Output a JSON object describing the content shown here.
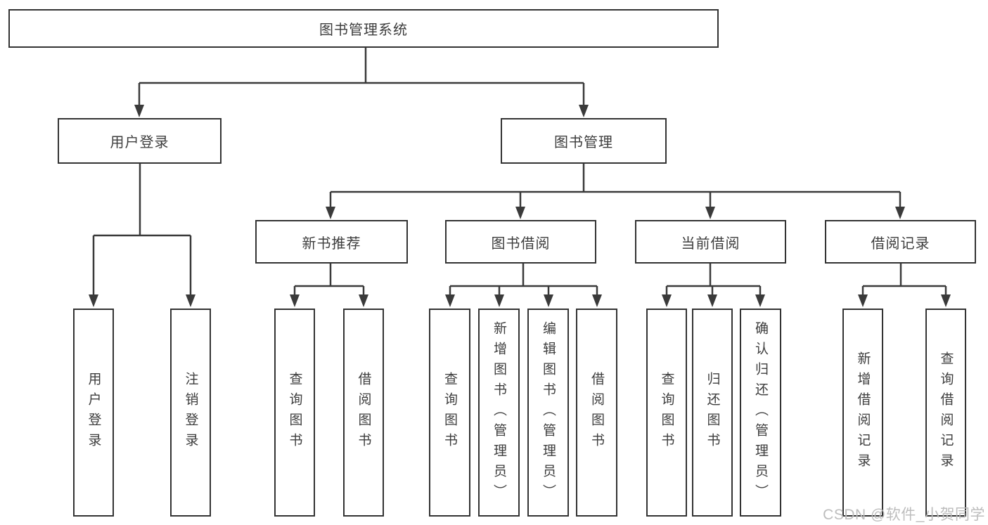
{
  "tree": {
    "label": "图书管理系统",
    "children": [
      {
        "label": "用户登录",
        "children": [
          {
            "label": "用户登录"
          },
          {
            "label": "注销登录"
          }
        ]
      },
      {
        "label": "图书管理",
        "children": [
          {
            "label": "新书推荐",
            "children": [
              {
                "label": "查询图书"
              },
              {
                "label": "借阅图书"
              }
            ]
          },
          {
            "label": "图书借阅",
            "children": [
              {
                "label": "查询图书"
              },
              {
                "label": "新增图书（管理员）"
              },
              {
                "label": "编辑图书（管理员）"
              },
              {
                "label": "借阅图书"
              }
            ]
          },
          {
            "label": "当前借阅",
            "children": [
              {
                "label": "查询图书"
              },
              {
                "label": "归还图书"
              },
              {
                "label": "确认归还（管理员）"
              }
            ]
          },
          {
            "label": "借阅记录",
            "children": [
              {
                "label": "新增借阅记录"
              },
              {
                "label": "查询借阅记录"
              }
            ]
          }
        ]
      }
    ]
  },
  "watermark": "CSDN @软件_小贺同学",
  "colors": {
    "line": "#3a3a3a",
    "box_border": "#333333",
    "text": "#3d3d3d",
    "watermark": "#bdbdbd",
    "background": "#ffffff"
  }
}
